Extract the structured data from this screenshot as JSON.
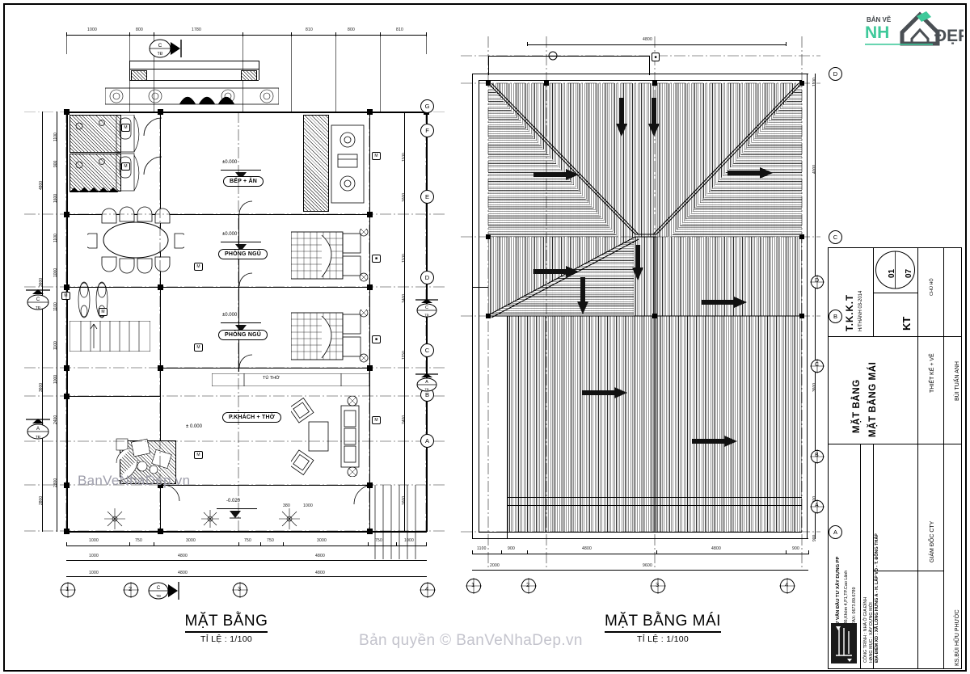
{
  "sheet": {
    "logo": {
      "top_text": "BẢN VẼ",
      "brand_a": "NH",
      "brand_b": "ĐẸP",
      "accent": "#3ec99a",
      "dark": "#3f4448"
    },
    "watermark_main": "Bản quyền © BanVeNhaDep.vn",
    "watermark_plan": "BanVeNhaDep.vn"
  },
  "drawings": [
    {
      "id": "floor-plan",
      "title": "MẶT BẰNG",
      "scale_label": "TỈ LỆ : 1/100"
    },
    {
      "id": "roof-plan",
      "title": "MẶT BẰNG MÁI",
      "scale_label": "TỈ LỆ : 1/100"
    }
  ],
  "rooms": [
    {
      "name": "BẾP + ĂN",
      "level": "±0.000"
    },
    {
      "name": "PHÒNG NGỦ",
      "level": "±0.000"
    },
    {
      "name": "PHÒNG NGỦ",
      "level": "±0.000"
    },
    {
      "name": "P.KHÁCH + THỜ",
      "level": "± 0.000"
    }
  ],
  "annotations": {
    "altar_cabinet": "TỦ THỜ",
    "porch_level": "-0.020",
    "door_dims": [
      "380",
      "1000"
    ]
  },
  "grids": {
    "floor_bottom": [
      "1",
      "2",
      "3",
      "4"
    ],
    "floor_right": [
      "G",
      "F",
      "E",
      "D",
      "C",
      "B",
      "A"
    ],
    "roof_bottom": [
      "1",
      "2",
      "3",
      "4"
    ],
    "roof_right": [
      "D",
      "C",
      "B",
      "A"
    ],
    "section_marks": [
      {
        "label": "C",
        "sub": "TĐ"
      },
      {
        "label": "A",
        "sub": "TĐ"
      }
    ]
  },
  "dimensions": {
    "floor_top": [
      "1000",
      "800",
      "1780",
      "810",
      "800",
      "810"
    ],
    "floor_bottom_inner": [
      "1000",
      "750",
      "3000",
      "750",
      "750",
      "3000",
      "750",
      "1000"
    ],
    "floor_bottom_outer": [
      "1000",
      "4800",
      "4800"
    ],
    "floor_left_outer": [
      "4800",
      "3600",
      "3600",
      "2800"
    ],
    "floor_left_inner": [
      "1100",
      "900",
      "1100",
      "900",
      "1600",
      "1100",
      "1000",
      "1100",
      "1100",
      "1000",
      "1100",
      "400",
      "2400",
      "400",
      "2800",
      "400"
    ],
    "floor_right_inner": [
      "1100",
      "1600",
      "4000",
      "1100",
      "1400",
      "1150",
      "2400",
      "1600"
    ],
    "roof_top": [
      "4800"
    ],
    "roof_bottom_inner": [
      "1100",
      "900",
      "4800",
      "4800",
      "900"
    ],
    "roof_bottom_outer": [
      "2000",
      "9600"
    ],
    "roof_right": [
      "1100",
      "4000",
      "3600",
      "3600",
      "2800",
      "900"
    ]
  },
  "title_block": {
    "company_line1": "C.TY CỔ PHẦN TƯ VẤN ĐẦU TƯ XÂY DỰNG PP",
    "company_line2": "Đường 7m,KDCTĐ 36,Khóm 4,P1,TP.Cao Lãnh",
    "company_line3": "ĐT: 0673.89.6789 - FAX: 0673.89.6789",
    "project_label": "CÔNG TRÌNH :",
    "project_value": "NHÀ Ở GIA ĐÌNH",
    "item_label": "HẠNG MỤC :",
    "item_value": "XÂY DỰNG MỚI",
    "address_label": "ĐỊA ĐIỂM XD :",
    "address_value": "XÃ LONG HƯNG A - H. LẤP VÒ - T. ĐỒNG THÁP",
    "stage": "T.K.K.T",
    "completion": "H/THÀNH 03-2014",
    "discipline": "KT",
    "sheet_no": "01",
    "sheet_total": "07",
    "owner_label": "CHỦ HỘ",
    "drawing_name_line1": "MẶT BẰNG",
    "drawing_name_line2": "MẶT BẰNG MÁI",
    "designer_role": "THIẾT KẾ + VẼ",
    "designer_name": "BÙI TUẤN ANH",
    "director_role": "GIÁM ĐỐC CTY",
    "director_name": "KS.BÙI HỮU PHƯỚC"
  }
}
